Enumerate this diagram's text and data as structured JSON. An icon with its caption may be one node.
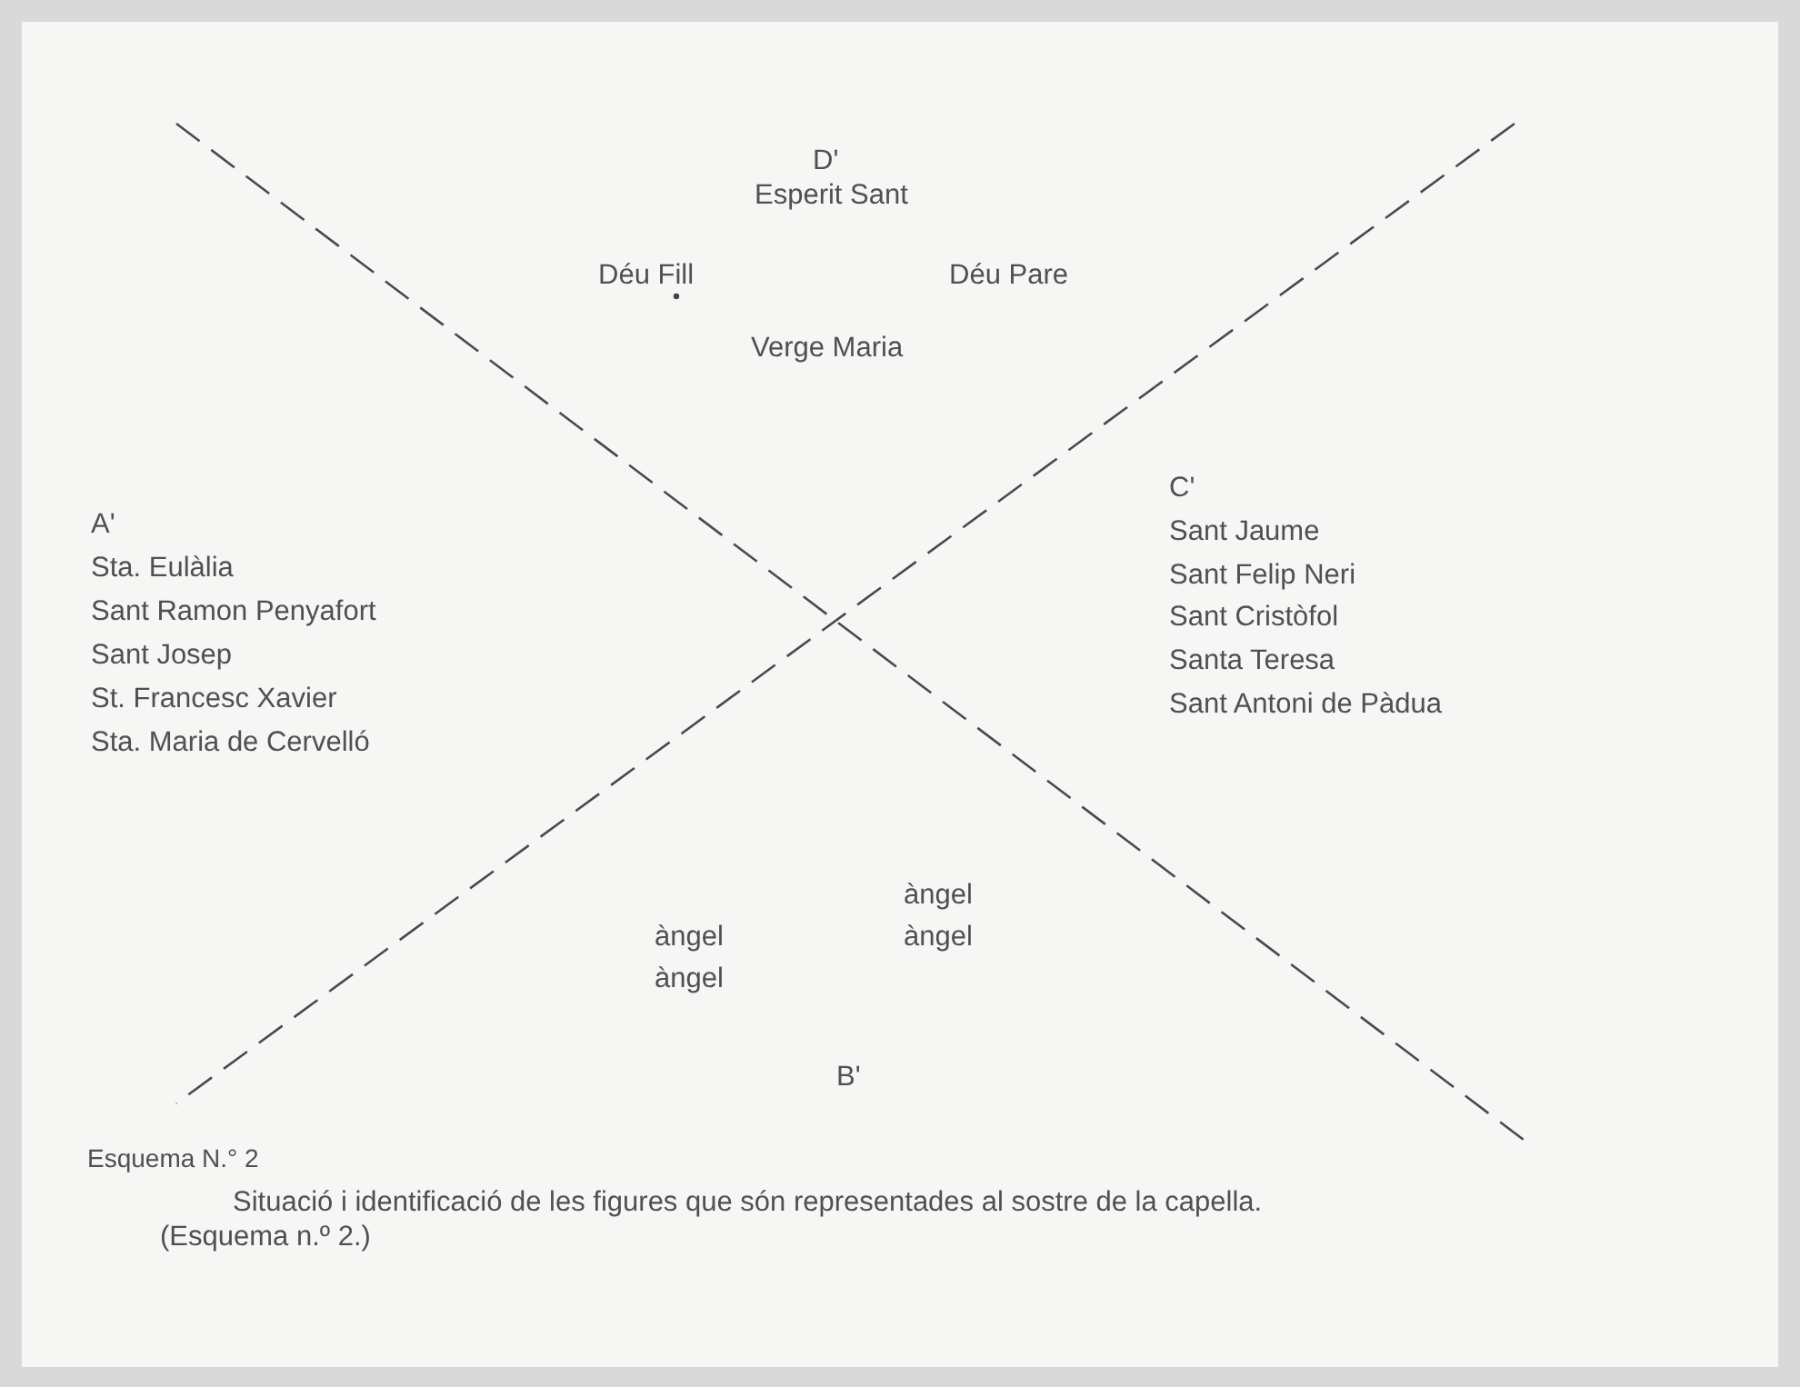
{
  "diagram": {
    "caption": "Situació i identificació de les figures que són representades al sostre de la capella. (Esquema n.º 2.)",
    "labels": [
      "D'",
      "Esperit Sant",
      "Déu Fill",
      "Déu Pare",
      "Verge Maria",
      "A'",
      "Sta. Eulàlia",
      "Sant Ramon Penyafort",
      "Sant Josep",
      "St. Francesc Xavier",
      "Sta. Maria de Cervelló",
      "C'",
      "Sant Jaume",
      "Sant Felip Neri",
      "Sant Cristòfol",
      "Santa Teresa",
      "Sant Antoni de Pàdua",
      "àngel",
      "àngel",
      "àngel",
      "àngel",
      "B'",
      "Esquema N.° 2"
    ]
  }
}
